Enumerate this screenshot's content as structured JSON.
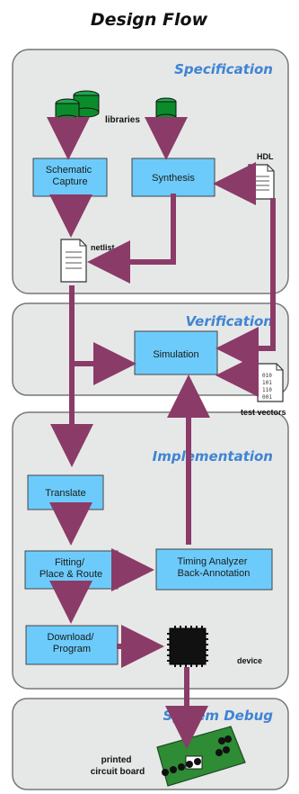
{
  "title": "Design Flow",
  "sections": {
    "specification": "Specification",
    "verification": "Verification",
    "implementation": "Implementation",
    "system_debug": "System Debug"
  },
  "labels": {
    "libraries": "libraries",
    "hdl": "HDL",
    "netlist": "netlist",
    "test_vectors": "test vectors",
    "device": "device",
    "board_line1": "printed",
    "board_line2": "circuit board"
  },
  "boxes": {
    "schematic_capture": [
      "Schematic",
      "Capture"
    ],
    "synthesis": [
      "Synthesis"
    ],
    "simulation": [
      "Simulation"
    ],
    "translate": [
      "Translate"
    ],
    "fitting": [
      "Fitting/",
      "Place & Route"
    ],
    "timing": [
      "Timing Analyzer",
      "Back-Annotation"
    ],
    "download": [
      "Download/",
      "Program"
    ]
  },
  "colors": {
    "arrow": "#8b3b68",
    "box": "#6ccbfb",
    "panel": "#e6e8e8",
    "section_title": "#3f84d3",
    "library_cylinder": "#0b8c2b"
  }
}
